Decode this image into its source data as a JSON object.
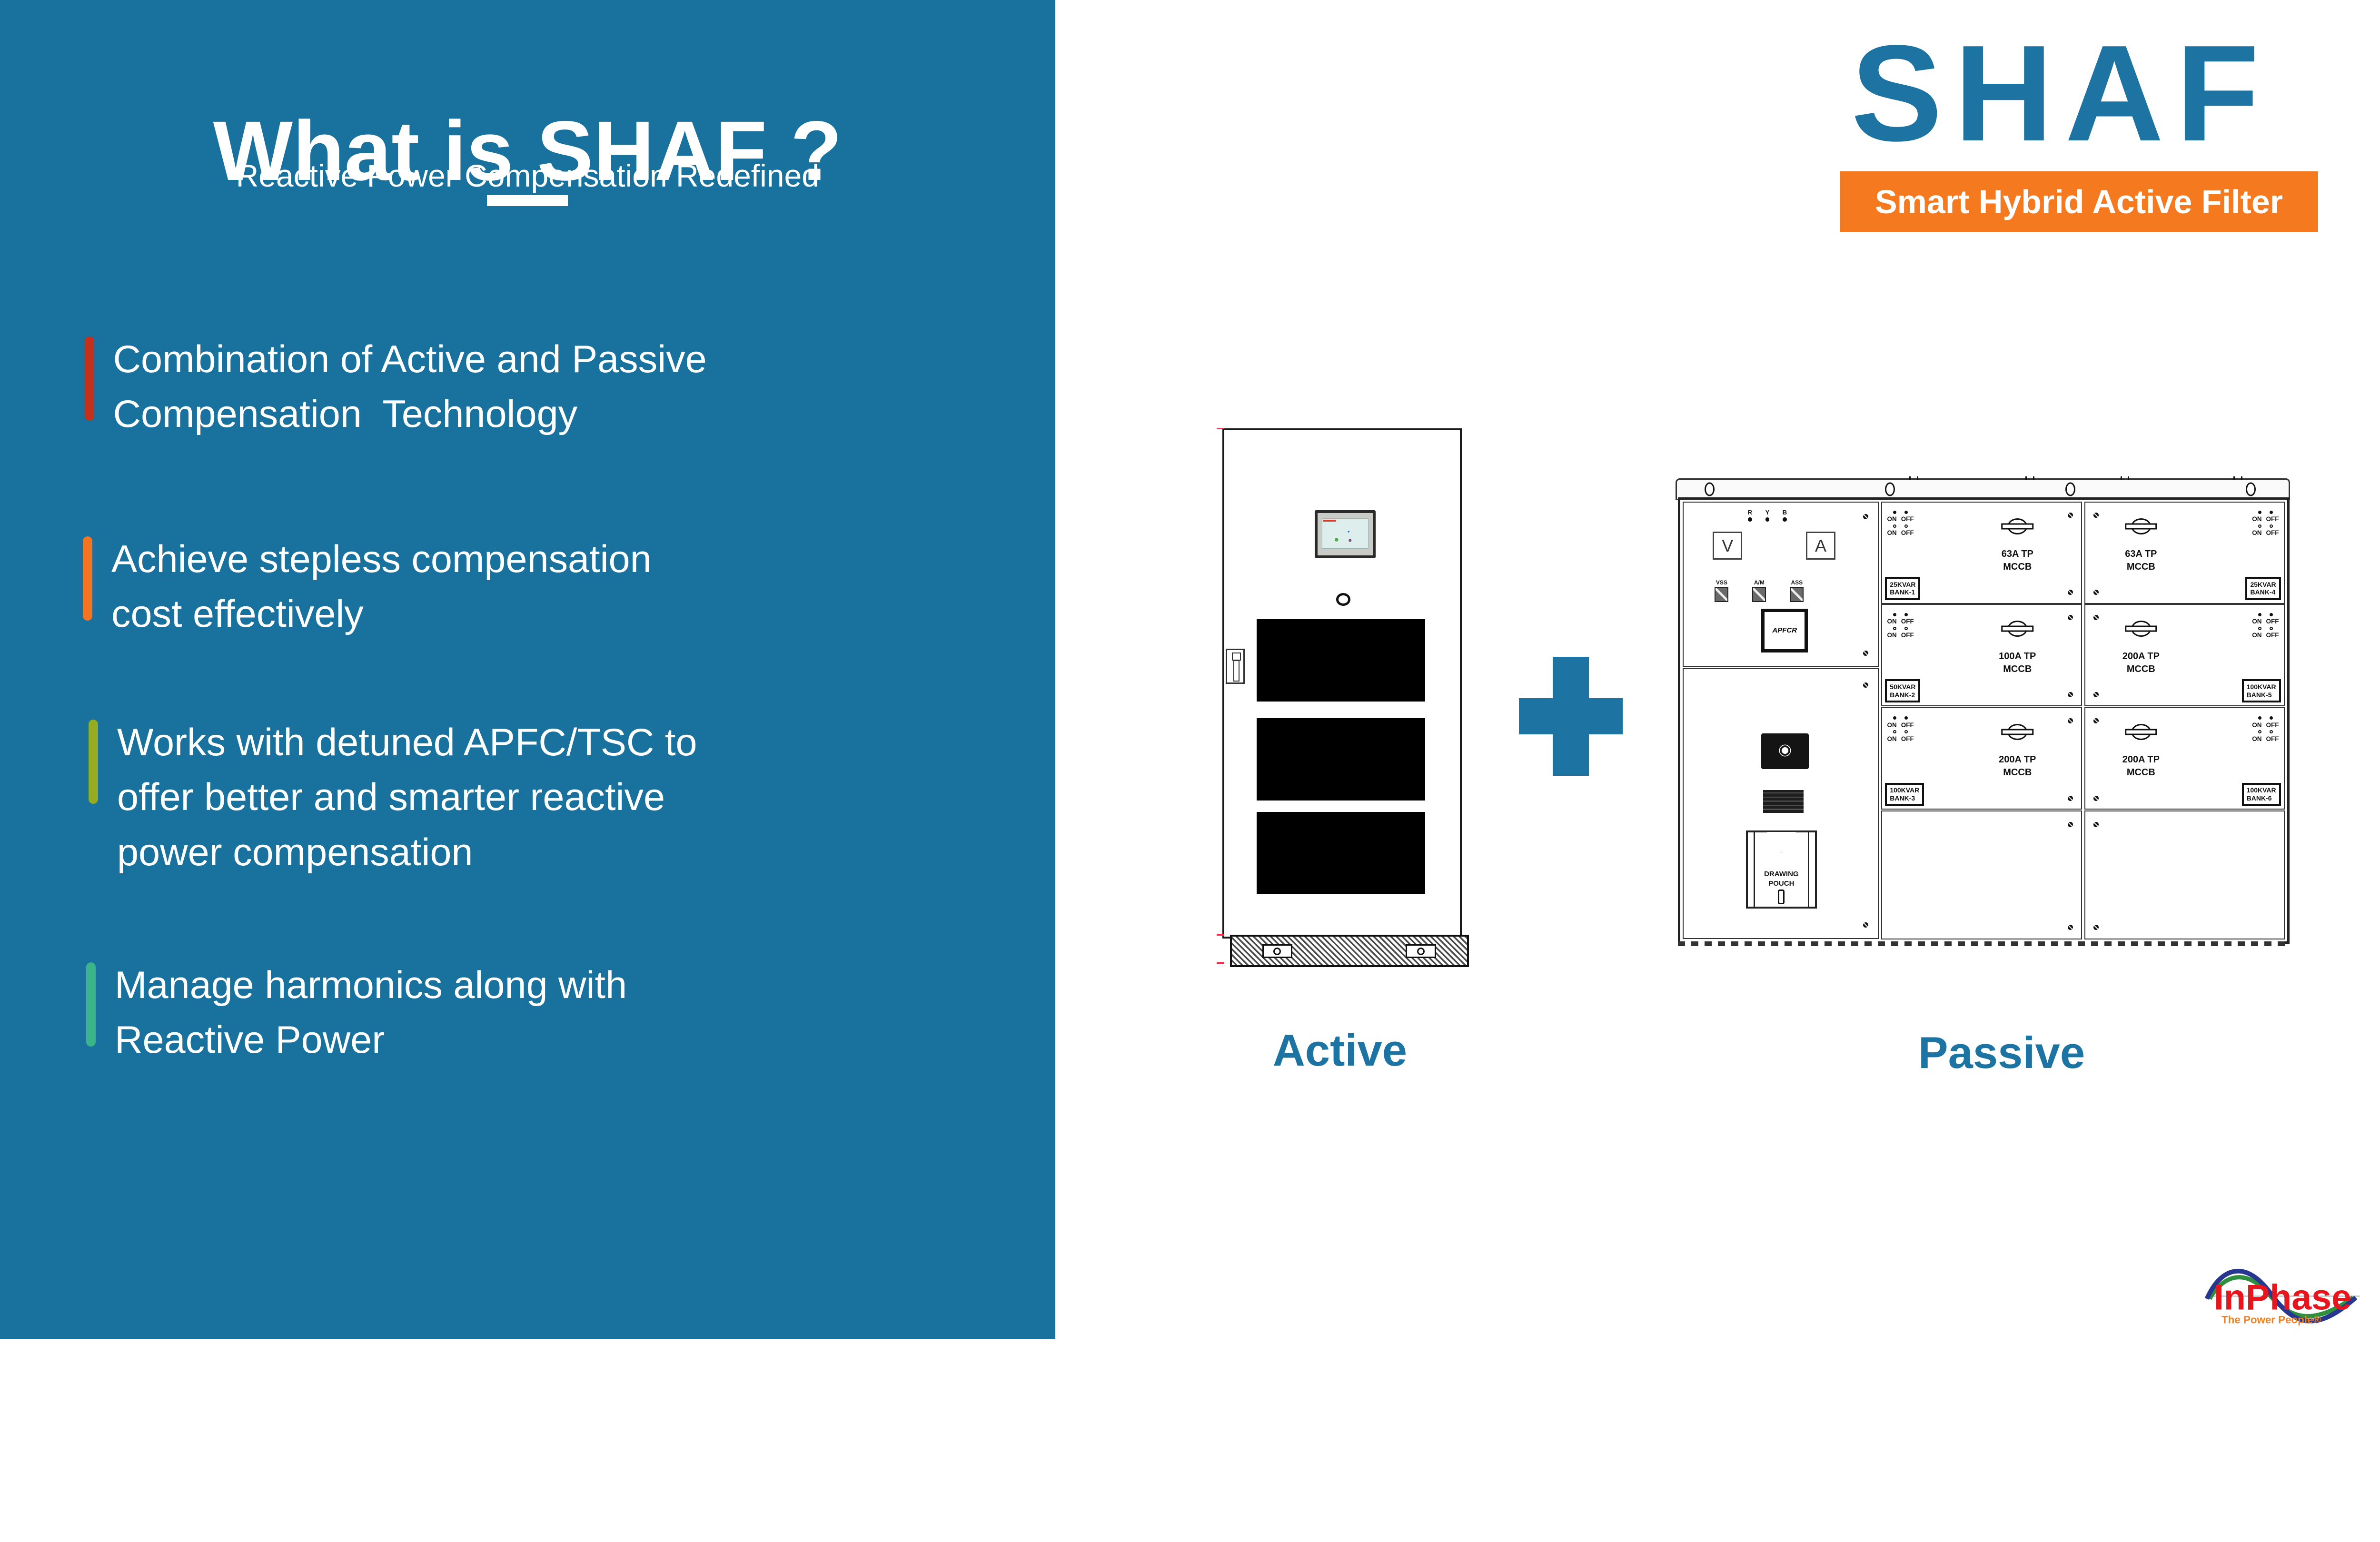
{
  "colors": {
    "panel_blue": "#19719E",
    "accent_blue": "#1D74A2",
    "badge_orange": "#F4791F",
    "logo_red": "#E8151D",
    "logo_blue": "#27378F",
    "logo_green": "#2F8F3E",
    "tagline_orange": "#F08122"
  },
  "left_panel": {
    "title": "What is SHAF ?",
    "subtitle": "Reactive Power Compensation Redefined",
    "bullets": [
      {
        "text": "Combination of Active and Passive\nCompensation  Technology",
        "color": "#C3301B"
      },
      {
        "text": "Achieve stepless compensation\ncost effectively",
        "color": "#F47421"
      },
      {
        "text": "Works with detuned APFC/TSC to\noffer better and smarter reactive\npower compensation",
        "color": "#94AC1F"
      },
      {
        "text": "Manage harmonics along with\nReactive Power",
        "color": "#3CB489"
      }
    ]
  },
  "right_panel": {
    "brand": "SHAF",
    "badge": "Smart Hybrid Active Filter",
    "active_label": "Active",
    "passive_label": "Passive"
  },
  "passive_panel": {
    "phases": [
      "R",
      "Y",
      "B"
    ],
    "meters": [
      "V",
      "A"
    ],
    "switches": [
      "VSS",
      "A/M",
      "ASS"
    ],
    "apfcr_label": "APFCR",
    "pouch_label": "DRAWING\nPOUCH",
    "on_label": "ON",
    "off_label": "OFF",
    "cells": [
      {
        "breaker": "63A TP",
        "device": "MCCB",
        "bank1": "25KVAR",
        "bank2": "BANK-1"
      },
      {
        "breaker": "100A TP",
        "device": "MCCB",
        "bank1": "50KVAR",
        "bank2": "BANK-2"
      },
      {
        "breaker": "200A TP",
        "device": "MCCB",
        "bank1": "100KVAR",
        "bank2": "BANK-3"
      },
      {
        "breaker": "63A TP",
        "device": "MCCB",
        "bank1": "25KVAR",
        "bank2": "BANK-4"
      },
      {
        "breaker": "200A TP",
        "device": "MCCB",
        "bank1": "100KVAR",
        "bank2": "BANK-5"
      },
      {
        "breaker": "200A TP",
        "device": "MCCB",
        "bank1": "100KVAR",
        "bank2": "BANK-6"
      }
    ]
  },
  "logo": {
    "brand": "InPhase",
    "tagline": "The Power People®"
  }
}
